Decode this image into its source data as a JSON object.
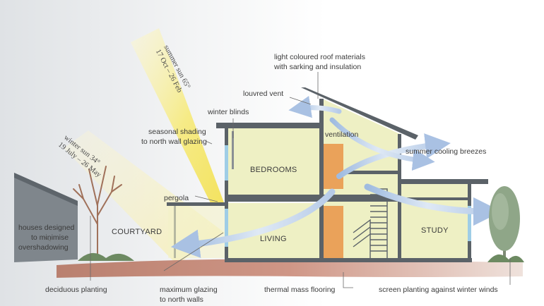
{
  "colors": {
    "wall": "#5b6268",
    "room_fill": "#eef0c4",
    "glass": "#9fcde6",
    "door": "#eaa25a",
    "ground": "#c98b78",
    "sun": "#f5e56a",
    "sky": "#e2e5e7",
    "tree_green": "#8fa688",
    "arrow": "#c8d8ee"
  },
  "labels": {
    "roof": [
      "light coloured roof materials",
      "with sarking and insulation"
    ],
    "louvred_vent": "louvred vent",
    "winter_blinds": "winter blinds",
    "ventilation": "ventilation",
    "summer_cooling": "summer cooling breezes",
    "seasonal_shading": [
      "seasonal shading",
      "to north wall glazing"
    ],
    "pergola": "pergola",
    "houses": [
      "houses designed",
      "to minimise",
      "overshadowing"
    ],
    "deciduous": "deciduous planting",
    "max_glazing": [
      "maximum glazing",
      "to north walls"
    ],
    "thermal_mass": "thermal mass flooring",
    "screen_planting": "screen planting against winter winds"
  },
  "rooms": {
    "bedrooms": "BEDROOMS",
    "courtyard": "COURTYARD",
    "living": "LIVING",
    "study": "STUDY"
  },
  "sun": {
    "summer": [
      "summer sun 65°",
      "17 Oct – 26 Feb"
    ],
    "winter": [
      "winter sun 34°",
      "19 July – 26 May"
    ]
  },
  "icons": {
    "arrows": "airflow-arrow-icon",
    "trees": "tree-icon"
  }
}
